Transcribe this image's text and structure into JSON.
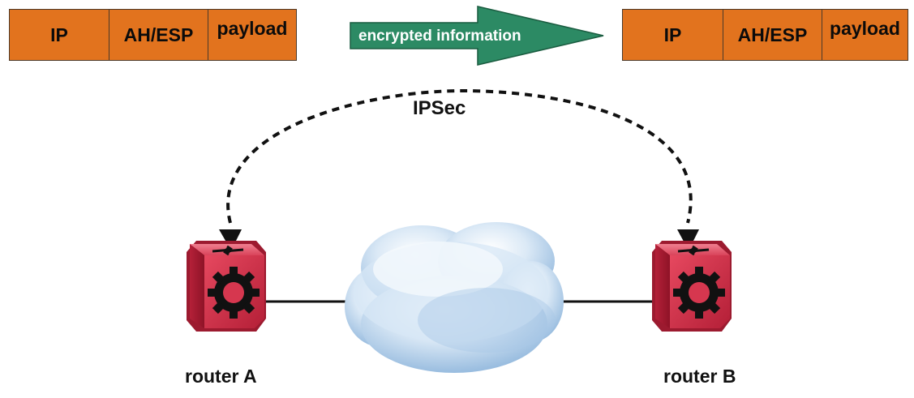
{
  "diagram": {
    "packet_left": {
      "fields": [
        "IP",
        "AH/ESP",
        "payload"
      ]
    },
    "packet_right": {
      "fields": [
        "IP",
        "AH/ESP",
        "payload"
      ]
    },
    "transfer_arrow": {
      "label": "encrypted information",
      "color": "#2c8a64"
    },
    "tunnel": {
      "label": "IPSec"
    },
    "routers": [
      {
        "label": "router A"
      },
      {
        "label": "router B"
      }
    ],
    "colors": {
      "packet_field": "#e2731e",
      "router": "#d0324a",
      "cloud": "#bcd6ee"
    }
  }
}
